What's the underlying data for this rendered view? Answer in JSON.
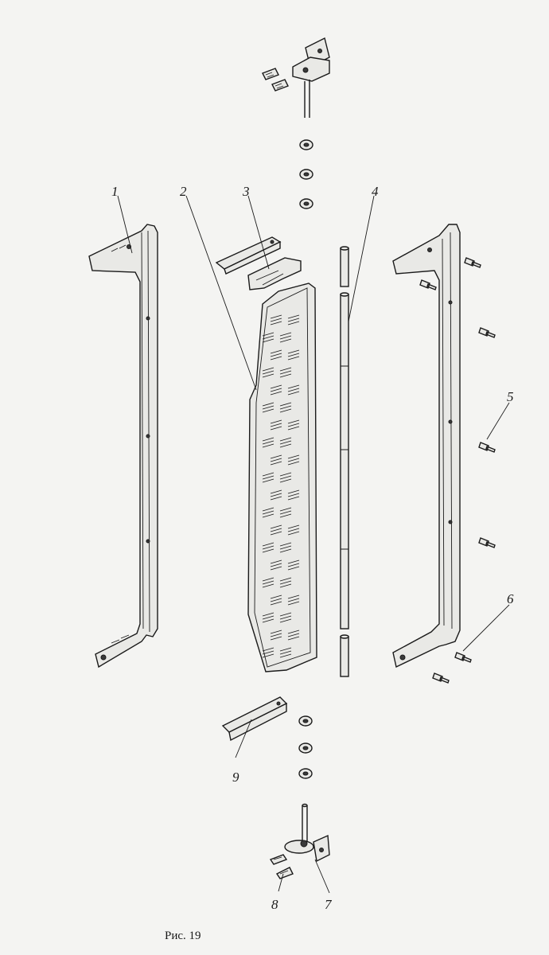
{
  "caption": "Рис. 19",
  "callouts": {
    "c1": "1",
    "c2": "2",
    "c3": "3",
    "c4": "4",
    "c5": "5",
    "c6": "6",
    "c7": "7",
    "c8": "8",
    "c9": "9"
  }
}
